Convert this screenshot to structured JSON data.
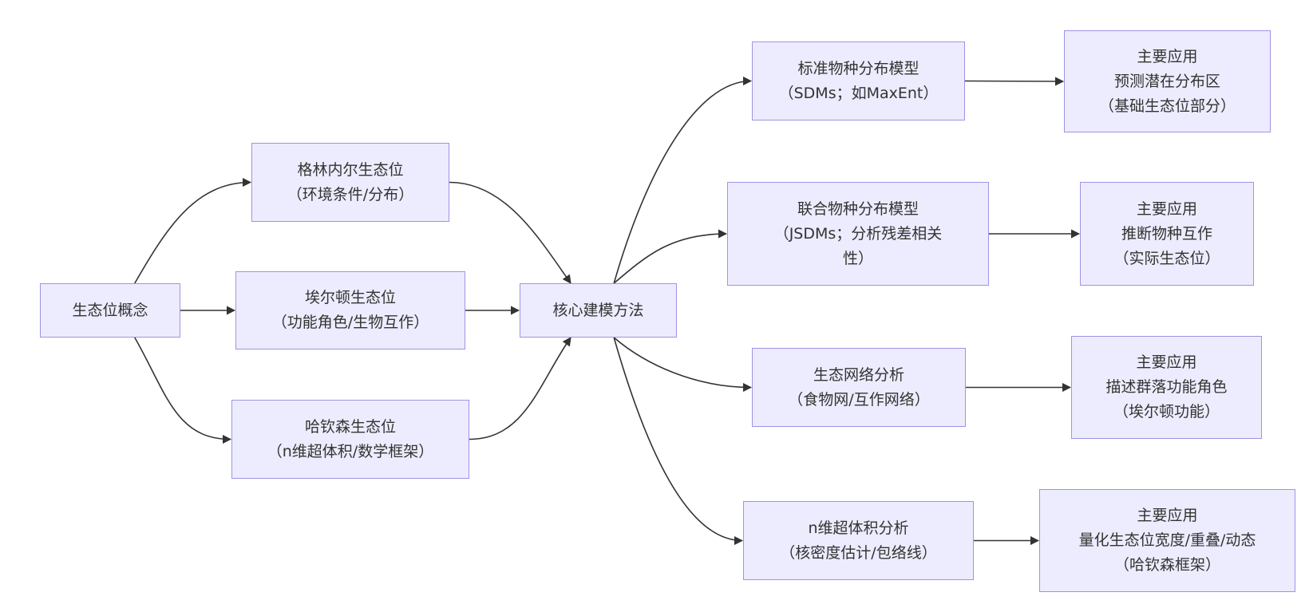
{
  "nodes": {
    "concept": {
      "lines": [
        "生态位概念"
      ]
    },
    "grinnell": {
      "lines": [
        "格林内尔生态位",
        "（环境条件/分布）"
      ]
    },
    "elton": {
      "lines": [
        "埃尔顿生态位",
        "（功能角色/生物互作）"
      ]
    },
    "hutchinson": {
      "lines": [
        "哈钦森生态位",
        "（n维超体积/数学框架）"
      ]
    },
    "core": {
      "lines": [
        "核心建模方法"
      ]
    },
    "sdm": {
      "lines": [
        "标准物种分布模型",
        "（SDMs；如MaxEnt）"
      ]
    },
    "jsdm": {
      "lines": [
        "联合物种分布模型",
        "（JSDMs；分析残差相关",
        "性）"
      ]
    },
    "network": {
      "lines": [
        "生态网络分析",
        "（食物网/互作网络）"
      ]
    },
    "hypervolume": {
      "lines": [
        "n维超体积分析",
        "（核密度估计/包络线）"
      ]
    },
    "app_sdm": {
      "lines": [
        "主要应用",
        "预测潜在分布区",
        "（基础生态位部分）"
      ]
    },
    "app_jsdm": {
      "lines": [
        "主要应用",
        "推断物种互作",
        "（实际生态位）"
      ]
    },
    "app_network": {
      "lines": [
        "主要应用",
        "描述群落功能角色",
        "（埃尔顿功能）"
      ]
    },
    "app_hyper": {
      "lines": [
        "主要应用",
        "量化生态位宽度/重叠/动态",
        "（哈钦森框架）"
      ]
    }
  },
  "edges": [
    [
      "concept",
      "grinnell"
    ],
    [
      "concept",
      "elton"
    ],
    [
      "concept",
      "hutchinson"
    ],
    [
      "grinnell",
      "core"
    ],
    [
      "elton",
      "core"
    ],
    [
      "hutchinson",
      "core"
    ],
    [
      "core",
      "sdm"
    ],
    [
      "core",
      "jsdm"
    ],
    [
      "core",
      "network"
    ],
    [
      "core",
      "hypervolume"
    ],
    [
      "sdm",
      "app_sdm"
    ],
    [
      "jsdm",
      "app_jsdm"
    ],
    [
      "network",
      "app_network"
    ],
    [
      "hypervolume",
      "app_hyper"
    ]
  ],
  "colors": {
    "node_fill": "#ececfe",
    "node_border": "#9f93e6",
    "edge": "#333333",
    "text": "#333333"
  }
}
